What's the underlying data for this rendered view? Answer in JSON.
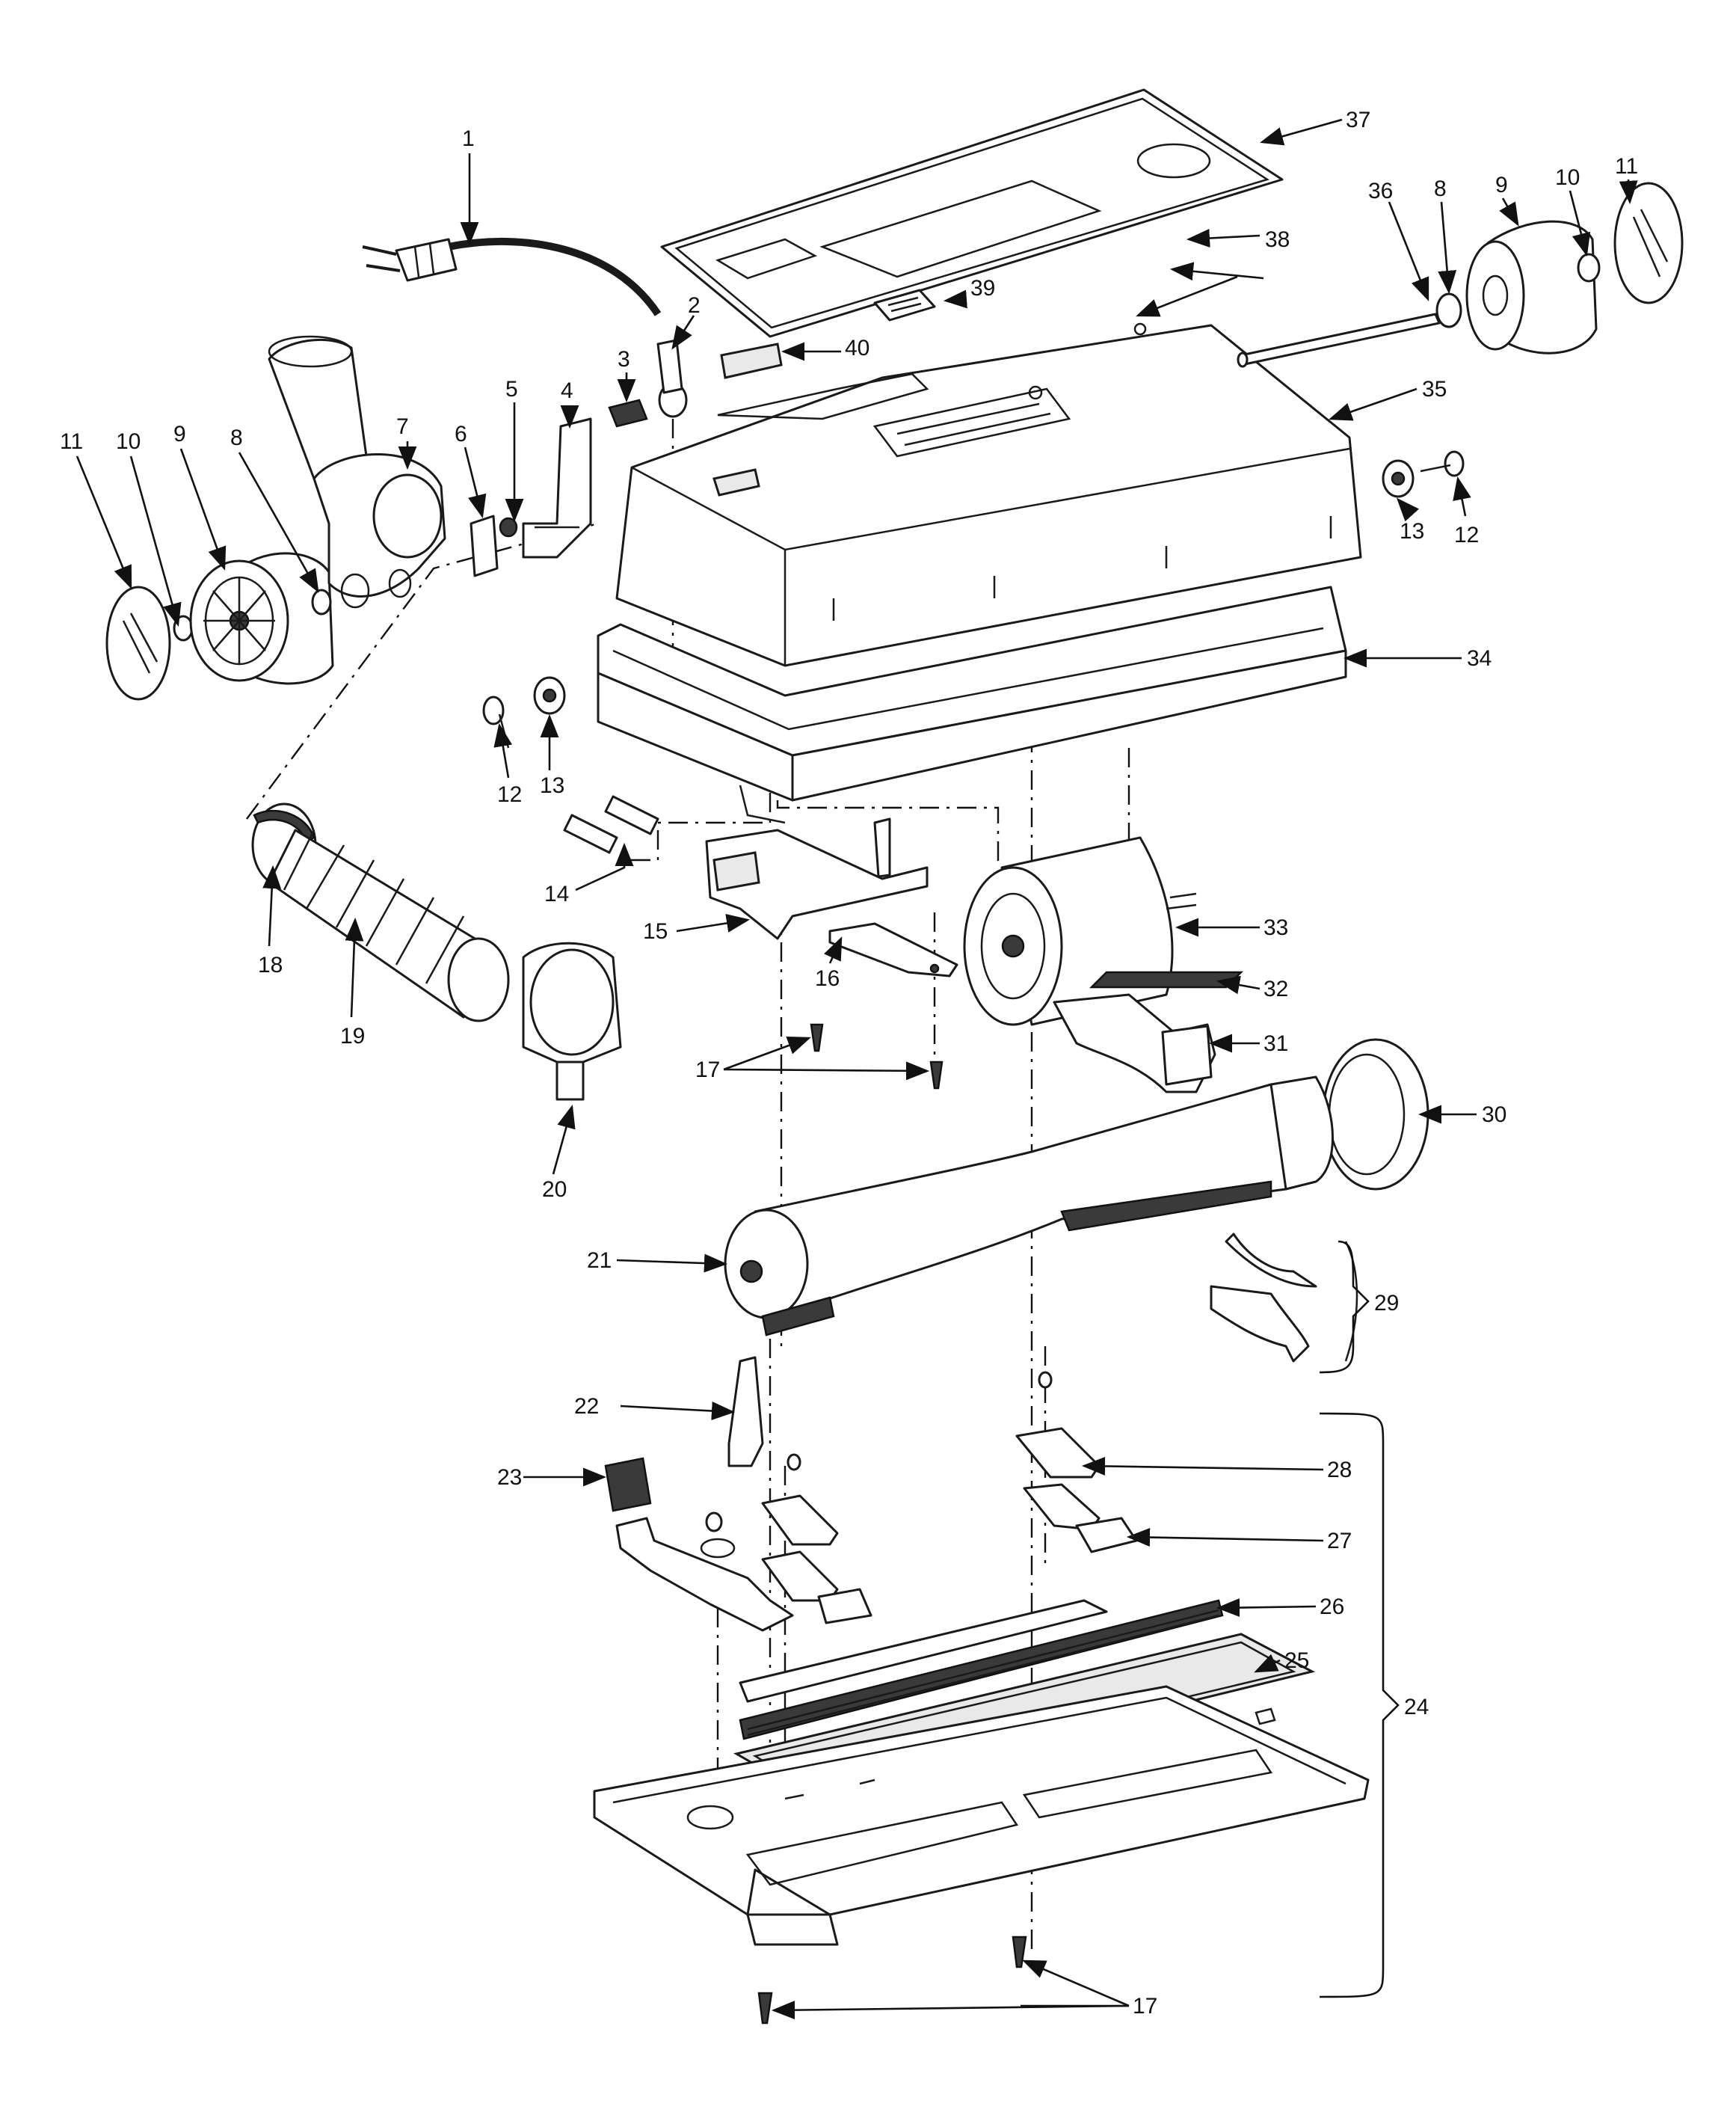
{
  "callouts": [
    {
      "id": "1",
      "text": "1"
    },
    {
      "id": "2",
      "text": "2"
    },
    {
      "id": "3",
      "text": "3"
    },
    {
      "id": "4",
      "text": "4"
    },
    {
      "id": "5",
      "text": "5"
    },
    {
      "id": "6",
      "text": "6"
    },
    {
      "id": "7",
      "text": "7"
    },
    {
      "id": "8a",
      "text": "8"
    },
    {
      "id": "8b",
      "text": "8"
    },
    {
      "id": "9a",
      "text": "9"
    },
    {
      "id": "9b",
      "text": "9"
    },
    {
      "id": "10a",
      "text": "10"
    },
    {
      "id": "10b",
      "text": "10"
    },
    {
      "id": "11a",
      "text": "11"
    },
    {
      "id": "11b",
      "text": "11"
    },
    {
      "id": "12a",
      "text": "12"
    },
    {
      "id": "12b",
      "text": "12"
    },
    {
      "id": "13a",
      "text": "13"
    },
    {
      "id": "13b",
      "text": "13"
    },
    {
      "id": "14",
      "text": "14"
    },
    {
      "id": "15",
      "text": "15"
    },
    {
      "id": "16",
      "text": "16"
    },
    {
      "id": "17a",
      "text": "17"
    },
    {
      "id": "17b",
      "text": "17"
    },
    {
      "id": "18",
      "text": "18"
    },
    {
      "id": "19",
      "text": "19"
    },
    {
      "id": "20",
      "text": "20"
    },
    {
      "id": "21",
      "text": "21"
    },
    {
      "id": "22",
      "text": "22"
    },
    {
      "id": "23",
      "text": "23"
    },
    {
      "id": "24",
      "text": "24"
    },
    {
      "id": "25",
      "text": "25"
    },
    {
      "id": "26",
      "text": "26"
    },
    {
      "id": "27",
      "text": "27"
    },
    {
      "id": "28",
      "text": "28"
    },
    {
      "id": "29",
      "text": "29"
    },
    {
      "id": "30",
      "text": "30"
    },
    {
      "id": "31",
      "text": "31"
    },
    {
      "id": "32",
      "text": "32"
    },
    {
      "id": "33",
      "text": "33"
    },
    {
      "id": "34",
      "text": "34"
    },
    {
      "id": "35",
      "text": "35"
    },
    {
      "id": "36",
      "text": "36"
    },
    {
      "id": "37",
      "text": "37"
    },
    {
      "id": "38",
      "text": "38"
    },
    {
      "id": "39",
      "text": "39"
    },
    {
      "id": "40",
      "text": "40"
    }
  ]
}
